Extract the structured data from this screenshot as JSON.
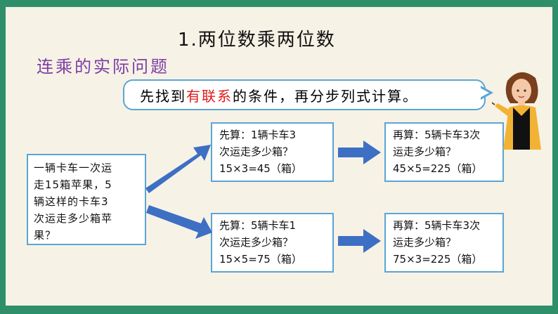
{
  "title": "1.两位数乘两位数",
  "subtitle": "连乘的实际问题",
  "callout": {
    "before": "先找到",
    "highlight": "有联系",
    "after": "的条件，再分步列式计算。",
    "highlight_color": "#e01a1a"
  },
  "problem": {
    "lines": [
      "一辆卡车一次运",
      "走15箱苹果，5",
      "辆这样的卡车3",
      "次运走多少箱苹",
      "果？"
    ]
  },
  "steps": {
    "top_first": [
      "先算：1辆卡车3",
      "次运走多少箱？",
      " 15×3=45（箱）"
    ],
    "top_second": [
      "再算：5辆卡车3次",
      "运走多少箱？",
      " 45×5=225（箱）"
    ],
    "bottom_first": [
      "先算：5辆卡车1",
      "次运走多少箱？",
      " 15×5=75（箱）"
    ],
    "bottom_second": [
      "再算：5辆卡车3次",
      "运走多少箱？",
      " 75×3=225（箱）"
    ]
  },
  "colors": {
    "frame": "#2f8f6a",
    "background": "#f7f2e6",
    "box_border": "#5aa5d6",
    "arrow": "#3d6fc4",
    "subtitle": "#7b3fa4"
  },
  "icons": {
    "teacher": "teacher-pointing-illustration",
    "arrow": "right-arrow"
  }
}
